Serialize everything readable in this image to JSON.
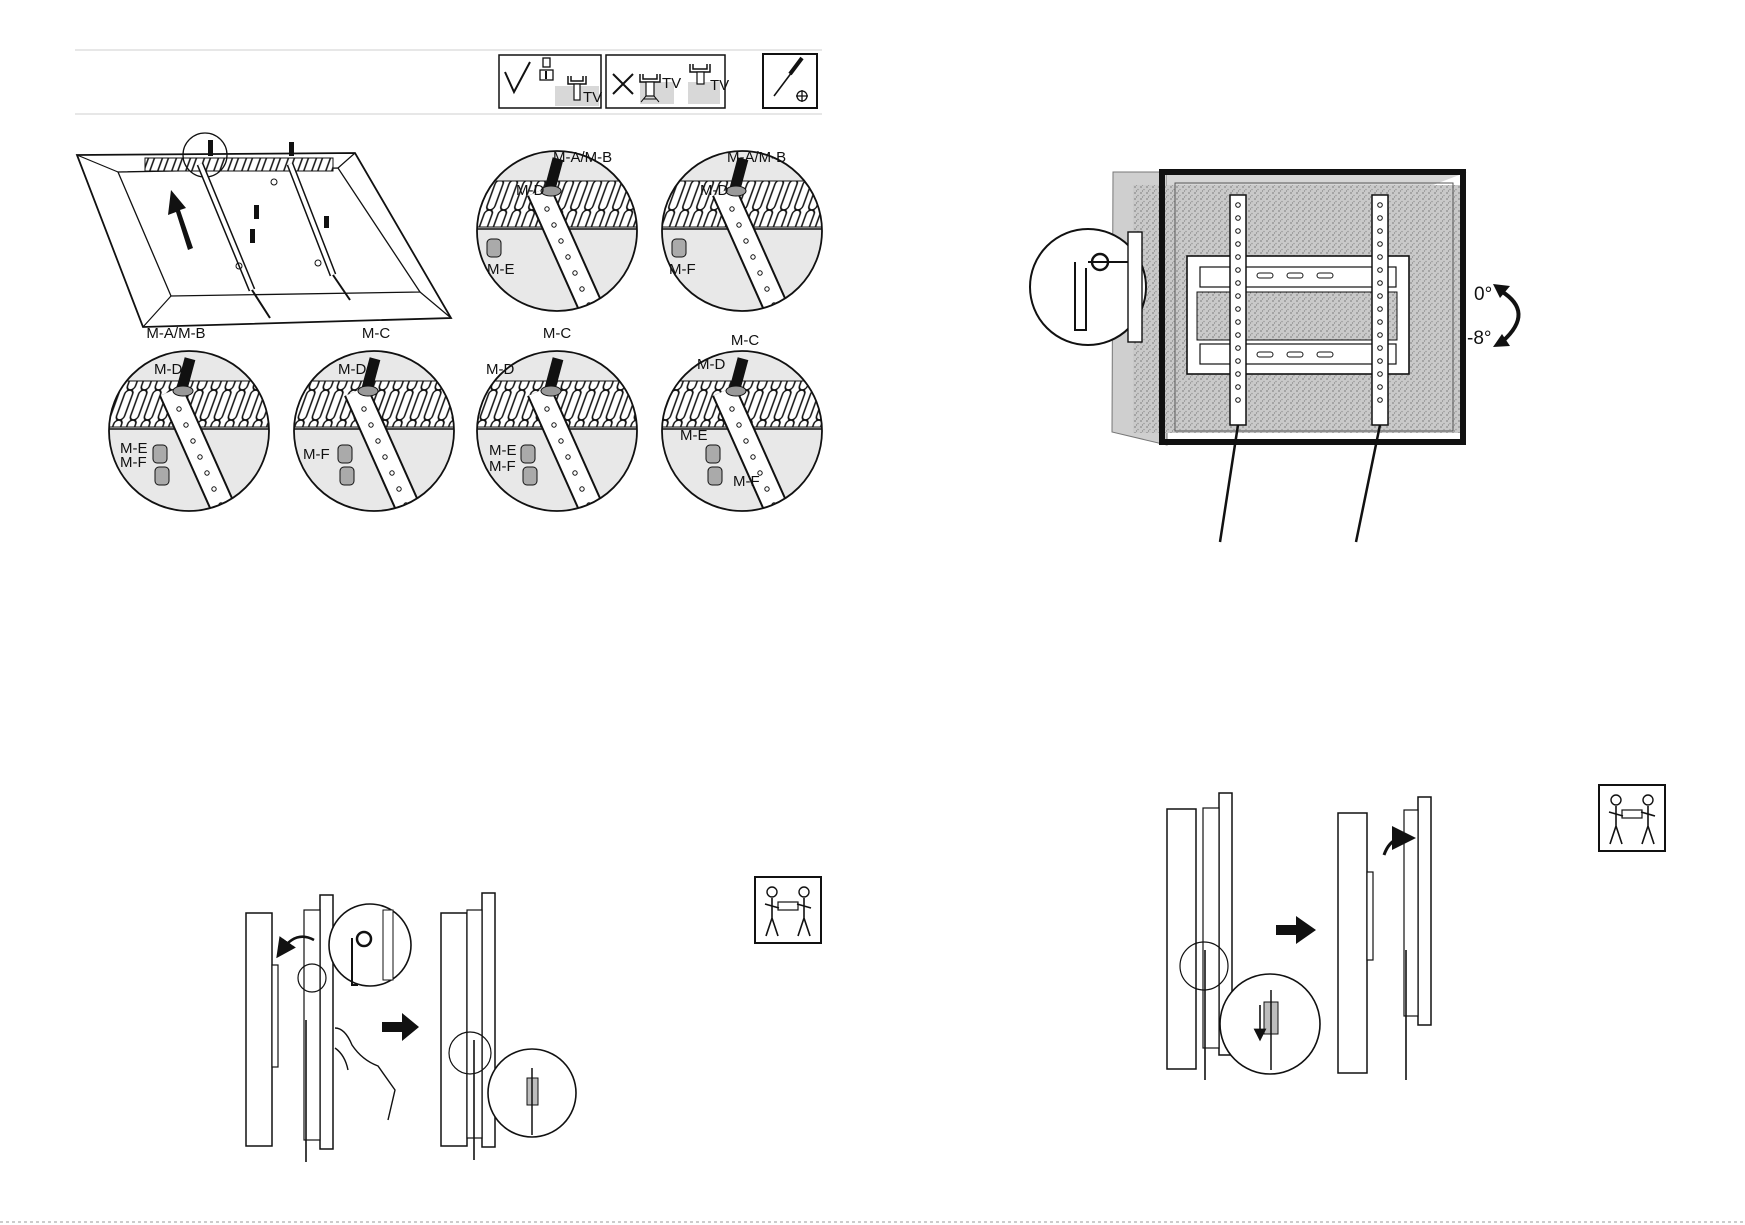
{
  "header": {
    "tv_label_1": "TV",
    "tv_label_2": "TV",
    "tv_label_3": "TV",
    "tool_icon": "screwdriver-icon",
    "correct_icon": "check-icon",
    "wrong_icon": "cross-icon"
  },
  "step_screws": {
    "main_labels": {
      "top_a": "M-A/M-B",
      "top_d": "M-D",
      "top_e": "M-E",
      "top_b": "M-A/M-B",
      "top_d2": "M-D",
      "top_f": "M-F"
    },
    "bottom_details": [
      {
        "screw": "M-A/M-B",
        "washer": "M-D",
        "spacer1": "M-E",
        "spacer2": "M-F"
      },
      {
        "screw": "M-C",
        "washer": "M-D",
        "spacer1": "M-F",
        "spacer2": ""
      },
      {
        "screw": "M-C",
        "washer": "M-D",
        "spacer1": "M-E",
        "spacer2": "M-F"
      },
      {
        "screw": "M-C",
        "washer": "M-D",
        "spacer1": "M-E",
        "spacer2": "M-F"
      }
    ]
  },
  "tilt": {
    "angle_top": "0°",
    "angle_bottom": "-8°"
  },
  "two_person_icon": "two-person-lift-icon",
  "colors": {
    "line": "#111111",
    "wall_texture": "#bdbdbd",
    "wall_shade": "#d5d5d5"
  }
}
